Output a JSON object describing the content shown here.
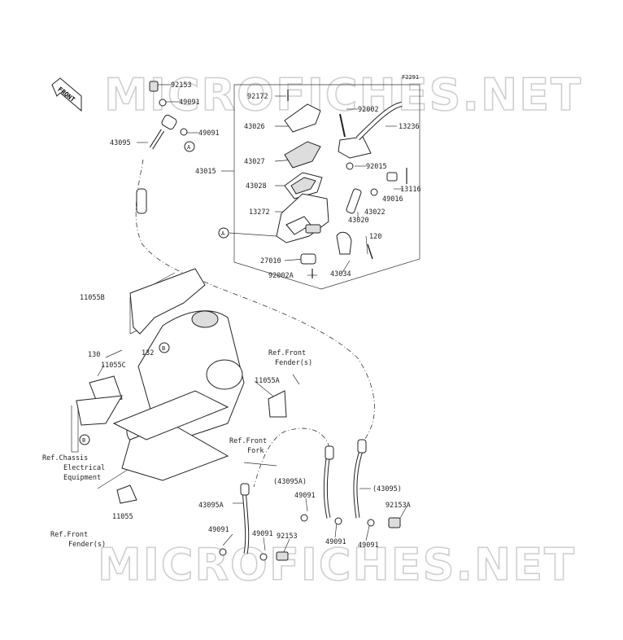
{
  "diagram_id": "F2291",
  "watermark_top": "MICROFICHES.NET",
  "watermark_bottom": "MICROFICHES.NET",
  "front_label": "FRONT",
  "callout_a": "A",
  "callout_b": "B",
  "labels": {
    "l92153_top": "92153",
    "l49091_a": "49091",
    "l49091_b": "49091",
    "l43095_a": "43095",
    "l92172": "92172",
    "l43026": "43026",
    "l43027": "43027",
    "l43015": "43015",
    "l43028": "43028",
    "l13272": "13272",
    "l27010": "27010",
    "l92002A": "92002A",
    "l92002": "92002",
    "l13236": "13236",
    "l92015": "92015",
    "l13116": "13116",
    "l49016": "49016",
    "l43022": "43022",
    "l43020": "43020",
    "l120": "120",
    "l43034": "43034",
    "l11055B": "11055B",
    "l132": "132",
    "l130": "130",
    "l11055C": "11055C",
    "l11055A": "11055A",
    "ref_front_fender_1a": "Ref.Front",
    "ref_front_fender_1b": "Fender(s)",
    "ref_front_fork_a": "Ref.Front",
    "ref_front_fork_b": "Fork",
    "ref_chassis_a": "Ref.Chassis",
    "ref_chassis_b": "Electrical",
    "ref_chassis_c": "Equipment",
    "l11055": "11055",
    "ref_front_fender_2a": "Ref.Front",
    "ref_front_fender_2b": "Fender(s)",
    "l43095A_p": "(43095A)",
    "l43095_p": "(43095)",
    "l49091_c": "49091",
    "l92153A": "92153A",
    "l43095A": "43095A",
    "l49091_d": "49091",
    "l49091_e": "49091",
    "l92153_bot": "92153",
    "l49091_f": "49091",
    "l49091_g": "49091"
  }
}
